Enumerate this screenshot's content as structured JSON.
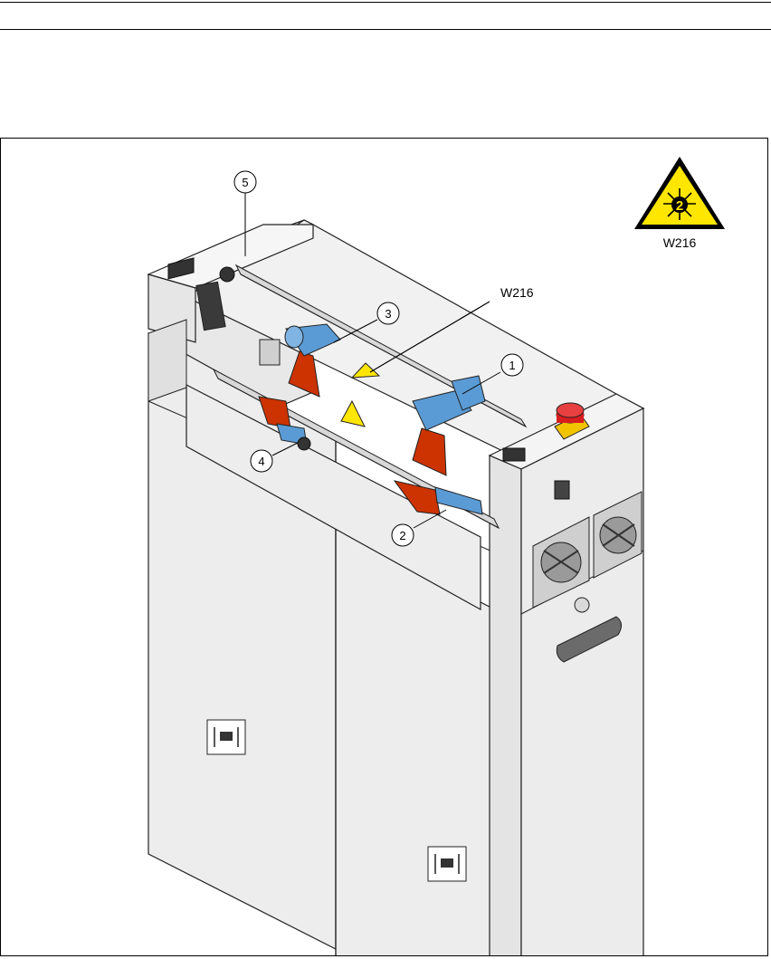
{
  "header": {
    "rule_top": true,
    "rule_bottom": true
  },
  "figure": {
    "warning_sign": {
      "icon": "laser-class-2-warning-icon",
      "number": "2",
      "code": "W216",
      "color_yellow": "#ffe600",
      "color_black": "#000000"
    },
    "pointer_label": "W216",
    "callouts": [
      {
        "id": "1",
        "label": "1"
      },
      {
        "id": "2",
        "label": "2"
      },
      {
        "id": "3",
        "label": "3"
      },
      {
        "id": "4",
        "label": "4"
      },
      {
        "id": "5",
        "label": "5"
      }
    ],
    "colors": {
      "housing": "#ececec",
      "housing_dark": "#d6d6d6",
      "laser_unit": "#5b9bd5",
      "laser_beam": "#cc3300",
      "emergency_stop": "#d81e1e",
      "stop_base": "#f2c400"
    }
  }
}
